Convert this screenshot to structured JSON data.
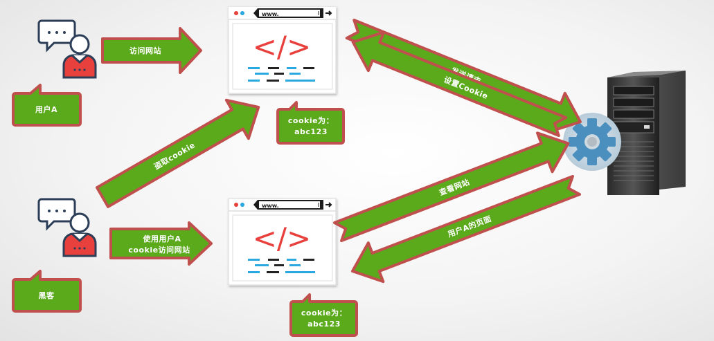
{
  "actors": {
    "user_label": "用户A",
    "hacker_label": "黑客"
  },
  "arrows": {
    "user_visit": "访问网站",
    "send_request": "发送请吉",
    "set_cookie": "设置Cookie",
    "steal_cookie": "盗取cookie",
    "hacker_visit_line1": "使用用户A",
    "hacker_visit_line2": "cookie访问网站",
    "view_site": "查看网站",
    "user_a_page": "用户A的页面"
  },
  "browser": {
    "url_text": "www.",
    "code_symbol": "</>"
  },
  "cookie_notes": {
    "top_line1": "cookie为：",
    "top_line2": "abc123",
    "bottom_line1": "cookie为：",
    "bottom_line2": "abc123"
  },
  "colors": {
    "arrow_fill": "#5aaa1c",
    "arrow_border": "#c0504d",
    "code_red": "#e8403c",
    "code_blue": "#29a8e0",
    "person_body": "#e8403c",
    "gear": "#4a8fbd",
    "server": "#3a3a3a"
  },
  "icons": [
    "speech-bubble-icon",
    "person-icon",
    "browser-icon",
    "server-icon",
    "gear-icon"
  ]
}
